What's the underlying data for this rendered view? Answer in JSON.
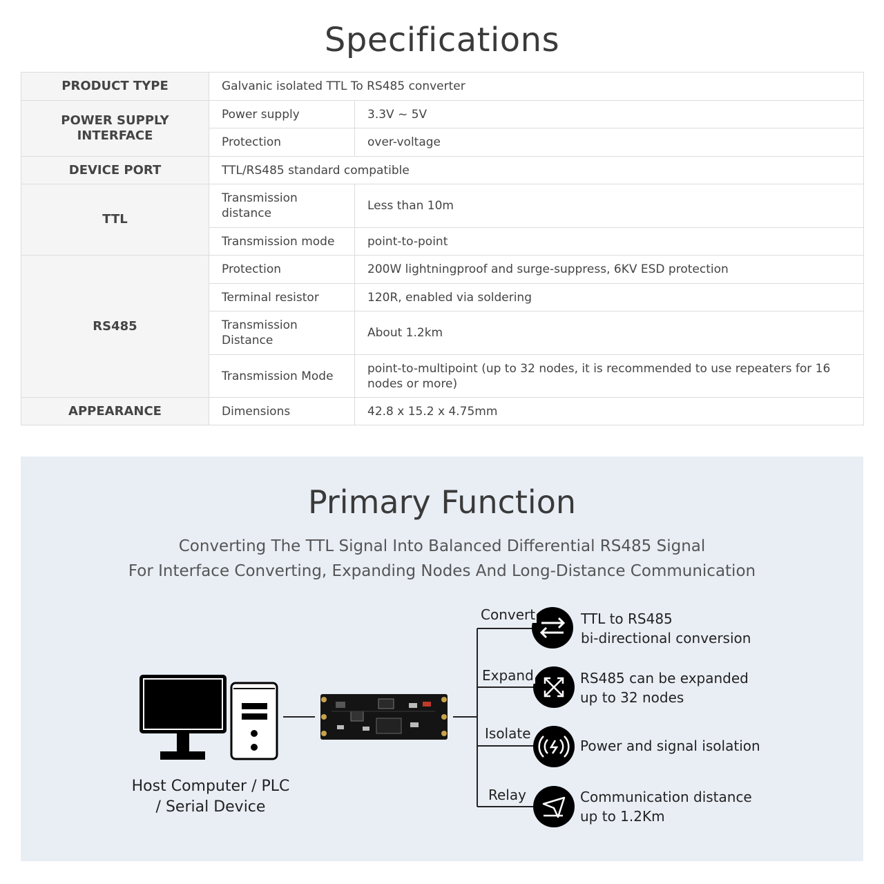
{
  "specs": {
    "title": "Specifications",
    "rows": {
      "product_type": {
        "category": "PRODUCT TYPE",
        "value": "Galvanic isolated TTL To RS485 converter"
      },
      "power": {
        "category": "POWER SUPPLY INTERFACE",
        "items": [
          {
            "label": "Power supply",
            "value": "3.3V ~ 5V"
          },
          {
            "label": "Protection",
            "value": "over-voltage"
          }
        ]
      },
      "device_port": {
        "category": "DEVICE PORT",
        "value": "TTL/RS485 standard compatible"
      },
      "ttl": {
        "category": "TTL",
        "items": [
          {
            "label": "Transmission distance",
            "value": "Less than 10m"
          },
          {
            "label": "Transmission mode",
            "value": "point-to-point"
          }
        ]
      },
      "rs485": {
        "category": "RS485",
        "items": [
          {
            "label": "Protection",
            "value": "200W lightningproof and surge-suppress, 6KV ESD protection"
          },
          {
            "label": "Terminal resistor",
            "value": "120R, enabled via soldering"
          },
          {
            "label": "Transmission Distance",
            "value": "About 1.2km"
          },
          {
            "label": "Transmission Mode",
            "value": "point-to-multipoint (up to 32 nodes, it is recommended to use repeaters for 16 nodes or more)"
          }
        ]
      },
      "appearance": {
        "category": "APPEARANCE",
        "items": [
          {
            "label": "Dimensions",
            "value": "42.8 x 15.2 x 4.75mm"
          }
        ]
      }
    }
  },
  "function": {
    "title": "Primary Function",
    "subtitle_line1": "Converting The TTL Signal Into Balanced Differential RS485 Signal",
    "subtitle_line2": "For Interface Converting, Expanding Nodes And Long-Distance Communication",
    "host_caption_line1": "Host Computer / PLC",
    "host_caption_line2": "/ Serial Device",
    "branches": [
      {
        "label": "Convert",
        "icon": "bidirectional-arrows-icon",
        "text_line1": "TTL to RS485",
        "text_line2": "bi-directional conversion"
      },
      {
        "label": "Expand",
        "icon": "expand-arrows-icon",
        "text_line1": "RS485 can be expanded",
        "text_line2": "up to 32 nodes"
      },
      {
        "label": "Isolate",
        "icon": "isolation-signal-icon",
        "text_line1": "Power and signal isolation",
        "text_line2": ""
      },
      {
        "label": "Relay",
        "icon": "relay-send-icon",
        "text_line1": "Communication distance",
        "text_line2": "up to 1.2Km"
      }
    ]
  }
}
